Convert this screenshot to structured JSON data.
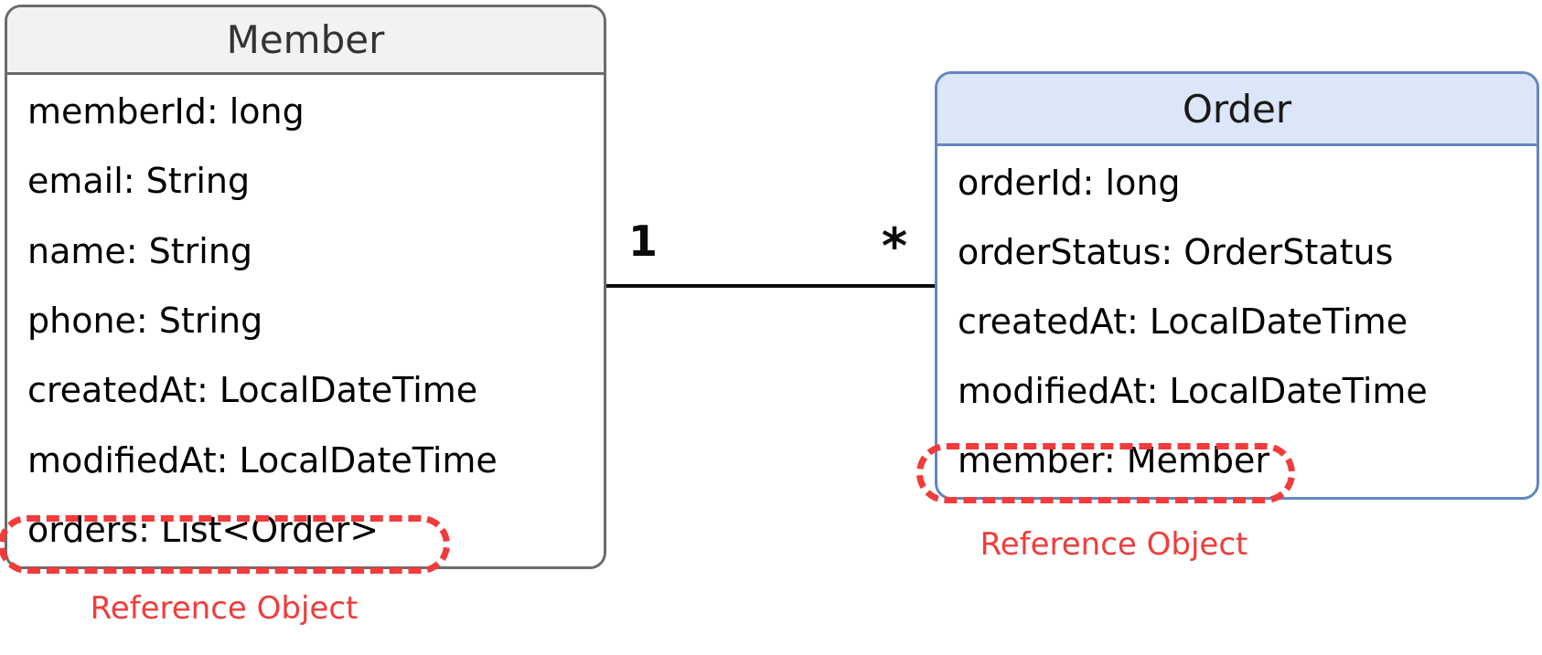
{
  "entities": [
    {
      "title": "Member",
      "header_fill": "#f2f2f2",
      "border_color": "#6b6b6b",
      "fields": [
        "memberId: long",
        "email: String",
        "name: String",
        "phone: String",
        "createdAt: LocalDateTime",
        "modifiedAt: LocalDateTime",
        "orders: List<Order>"
      ],
      "highlighted_field": "orders: List<Order>",
      "annotation": "Reference Object"
    },
    {
      "title": "Order",
      "header_fill": "#dbe6f8",
      "border_color": "#6286c1",
      "fields": [
        "orderId: long",
        "orderStatus: OrderStatus",
        "createdAt: LocalDateTime",
        "modifiedAt: LocalDateTime",
        "member: Member"
      ],
      "highlighted_field": "member: Member",
      "annotation": "Reference Object"
    }
  ],
  "relationship": {
    "left_cardinality": "1",
    "right_cardinality": "*",
    "line_color": "#0a0a0a"
  },
  "highlight_color": "#f23b3b"
}
